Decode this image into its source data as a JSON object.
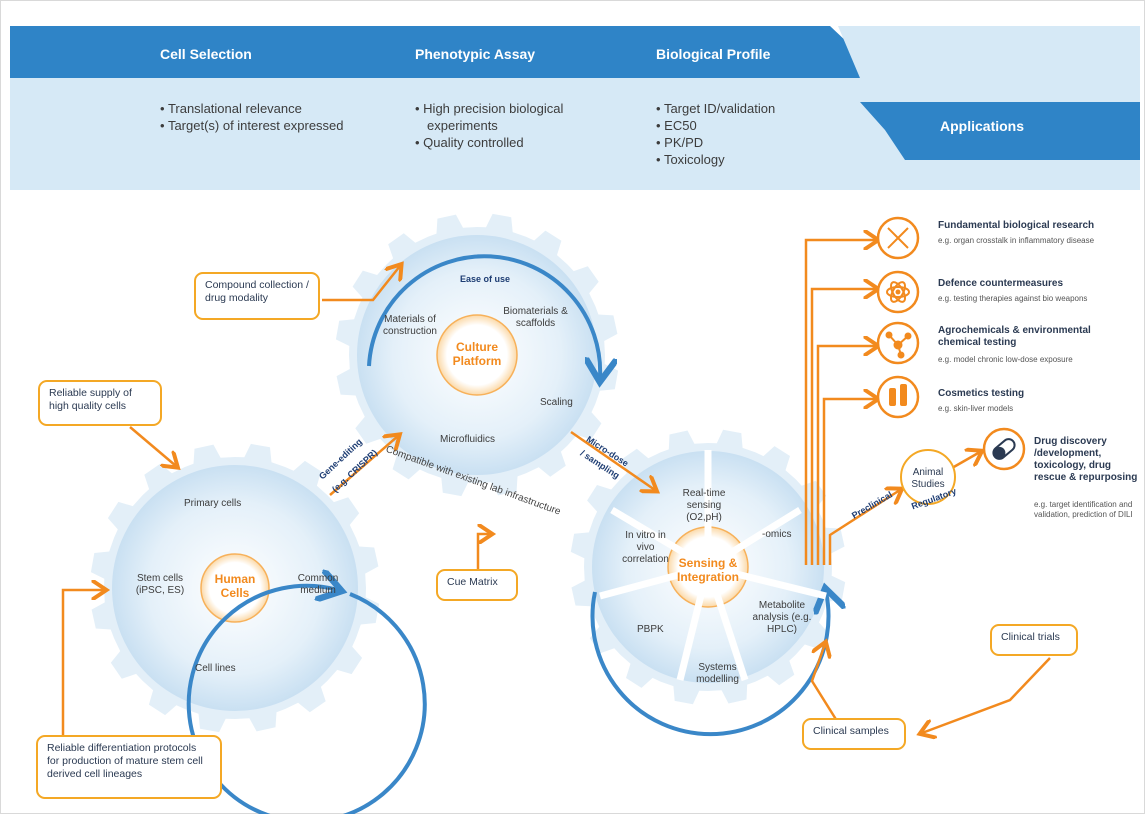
{
  "header": {
    "steps": [
      {
        "title": "Cell Selection",
        "bullets": [
          "Translational relevance",
          "Target(s) of interest expressed"
        ]
      },
      {
        "title": "Phenotypic Assay",
        "bullets": [
          "High precision biological experiments",
          "Quality controlled"
        ]
      },
      {
        "title": "Biological Profile",
        "bullets": [
          "Target ID/validation",
          "EC50",
          "PK/PD",
          "Toxicology"
        ]
      }
    ],
    "applications": "Applications"
  },
  "boxes": {
    "compound": "Compound collection / drug modality",
    "reliable_supply": "Reliable supply of high quality cells",
    "differentiation": "Reliable differentiation protocols for production of mature stem cell derived cell lineages",
    "cue_matrix": "Cue Matrix",
    "clinical_samples": "Clinical samples",
    "clinical_trials": "Clinical trials"
  },
  "gears": {
    "culture": {
      "center": "Culture Platform",
      "ease": "Ease of use",
      "materials": "Materials of construction",
      "biomaterials": "Biomaterials & scaffolds",
      "scaling": "Scaling",
      "microfluidics": "Microfluidics",
      "compatible": "Compatible with existing lab infrastructure"
    },
    "human": {
      "center": "Human Cells",
      "primary": "Primary cells",
      "stem": "Stem cells (iPSC, ES)",
      "common": "Common medium",
      "lines": "Cell lines"
    },
    "sensing": {
      "center": "Sensing & Integration",
      "realtime": "Real-time sensing (O2,pH)",
      "omics": "-omics",
      "invitro": "In vitro in vivo correlation",
      "pbpk": "PBPK",
      "metabolite": "Metabolite analysis (e.g. HPLC)",
      "systems": "Systems modelling"
    }
  },
  "connectors": {
    "gene_editing": "Gene-editing",
    "crispr": "(e.g. CRISPR)",
    "micro_dose": "Micro-dose",
    "sampling": "/ sampling"
  },
  "animal": {
    "label": "Animal Studies",
    "preclinical": "Preclinical",
    "regulatory": "Regulatory"
  },
  "applications": [
    {
      "icon": "dna-icon",
      "title": "Fundamental biological research",
      "sub": "e.g. organ crosstalk in inflammatory disease"
    },
    {
      "icon": "atom-icon",
      "title": "Defence countermeasures",
      "sub": "e.g. testing therapies against bio weapons"
    },
    {
      "icon": "molecule-icon",
      "title": "Agrochemicals & environmental chemical testing",
      "sub": "e.g. model chronic low-dose exposure"
    },
    {
      "icon": "cosmetics-icon",
      "title": "Cosmetics testing",
      "sub": "e.g. skin-liver models"
    },
    {
      "icon": "capsule-icon",
      "title": "Drug discovery /development, toxicology, drug rescue & repurposing",
      "sub": "e.g. target identification and validation, prediction of DILI"
    }
  ],
  "colors": {
    "banner_dark": "#2f84c7",
    "banner_light": "#d6e9f6",
    "orange": "#f28a1e",
    "box_border": "#f4a825",
    "gear": "#e1eef8",
    "ring": "#3a87c8"
  }
}
